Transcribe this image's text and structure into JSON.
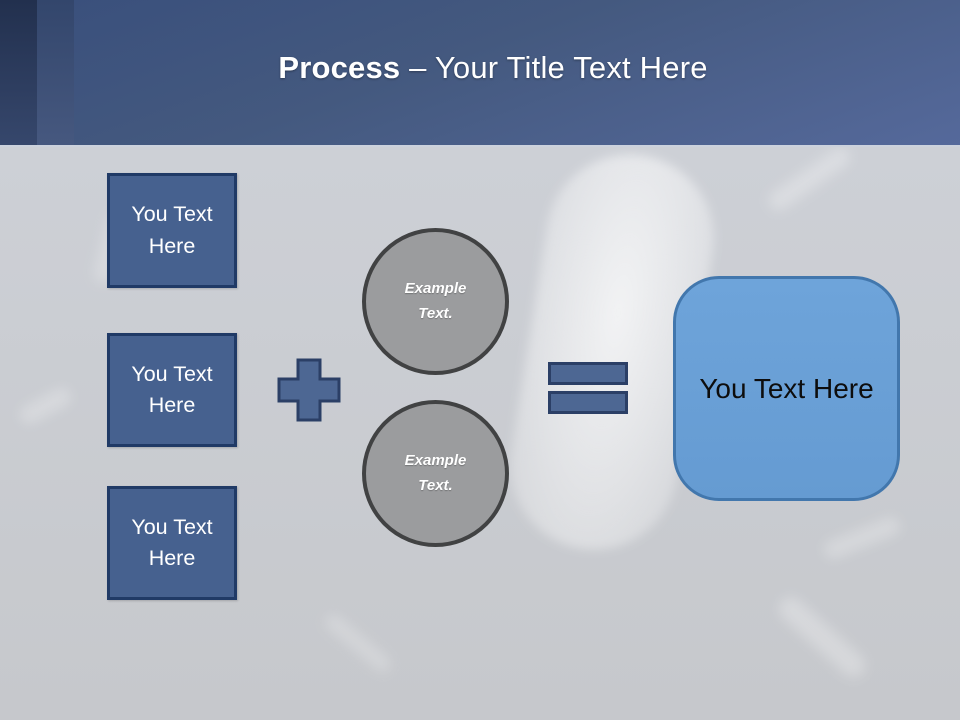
{
  "header": {
    "title_bold": "Process",
    "title_rest": " – Your Title Text Here"
  },
  "left_boxes": [
    {
      "label": "You Text Here"
    },
    {
      "label": "You Text Here"
    },
    {
      "label": "You Text Here"
    }
  ],
  "circles": [
    {
      "label": "Example Text."
    },
    {
      "label": "Example Text."
    }
  ],
  "result_box": {
    "label": "You Text Here"
  },
  "colors": {
    "header_blue_top": "#394f7c",
    "header_blue_bottom": "#55699b",
    "accent_bar_dark": "#22304e",
    "accent_bar_mid": "#33466c",
    "box_blue": "#46618f",
    "box_blue_border": "#203a66",
    "operator_blue": "#4d6793",
    "operator_blue_border": "#2b3f66",
    "circle_gray": "#9b9c9e",
    "circle_gray_border": "#414243",
    "result_blue": "#69a0d7",
    "result_blue_border": "#4277ad",
    "body_gray": "#c9ccd1",
    "text_white": "#ffffff",
    "text_dark": "#0d0d0d"
  }
}
